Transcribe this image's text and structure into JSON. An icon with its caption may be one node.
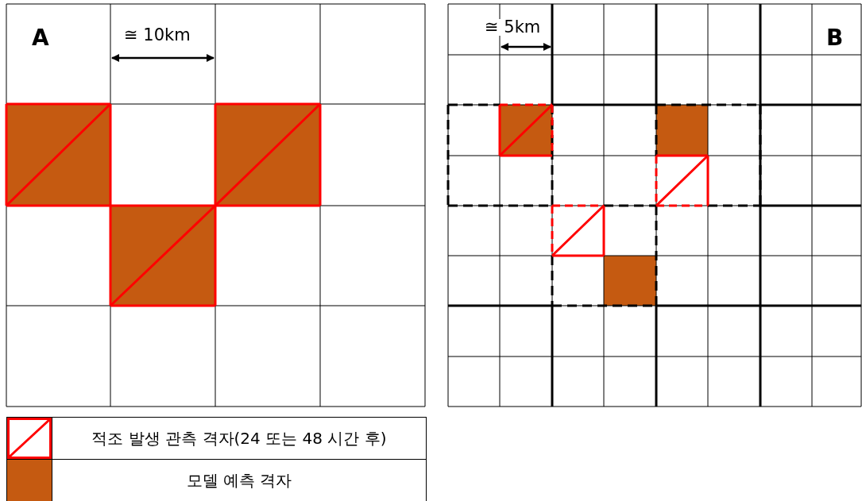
{
  "diagram": {
    "labels": [
      "A",
      "≅ 10km",
      "≅ 5km",
      "B"
    ],
    "legend": [
      {
        "text": "적조 발생 관측 격자(24 또는 48 시간 후)"
      },
      {
        "text": "모델 예측 격자",
        "color": "#c55a11"
      }
    ]
  }
}
